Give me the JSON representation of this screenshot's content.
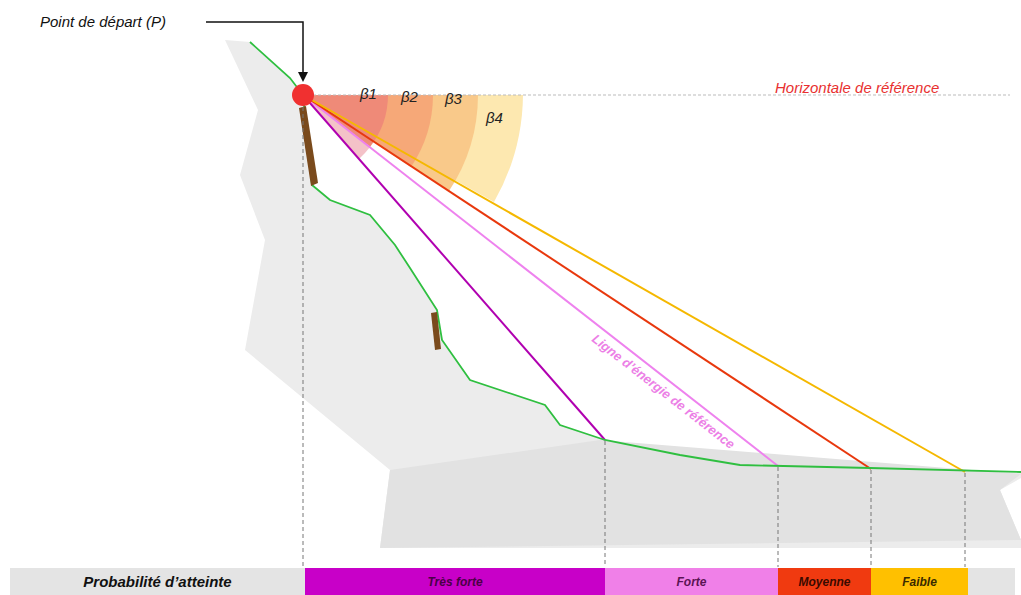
{
  "diagram": {
    "nodes": [
      {
        "text": [
          "Probabilité d’atteinte"
        ]
      },
      {
        "text": [
          "Très forte"
        ]
      },
      {
        "text": [
          "Forte"
        ]
      },
      {
        "text": [
          "Moyenne"
        ]
      },
      {
        "text": [
          "Faible"
        ]
      }
    ],
    "labels": [
      "Point de départ (P)",
      "Horizontale de référence",
      "β1",
      "β2",
      "β3",
      "β4",
      "Ligne d’énergie de référence"
    ]
  }
}
